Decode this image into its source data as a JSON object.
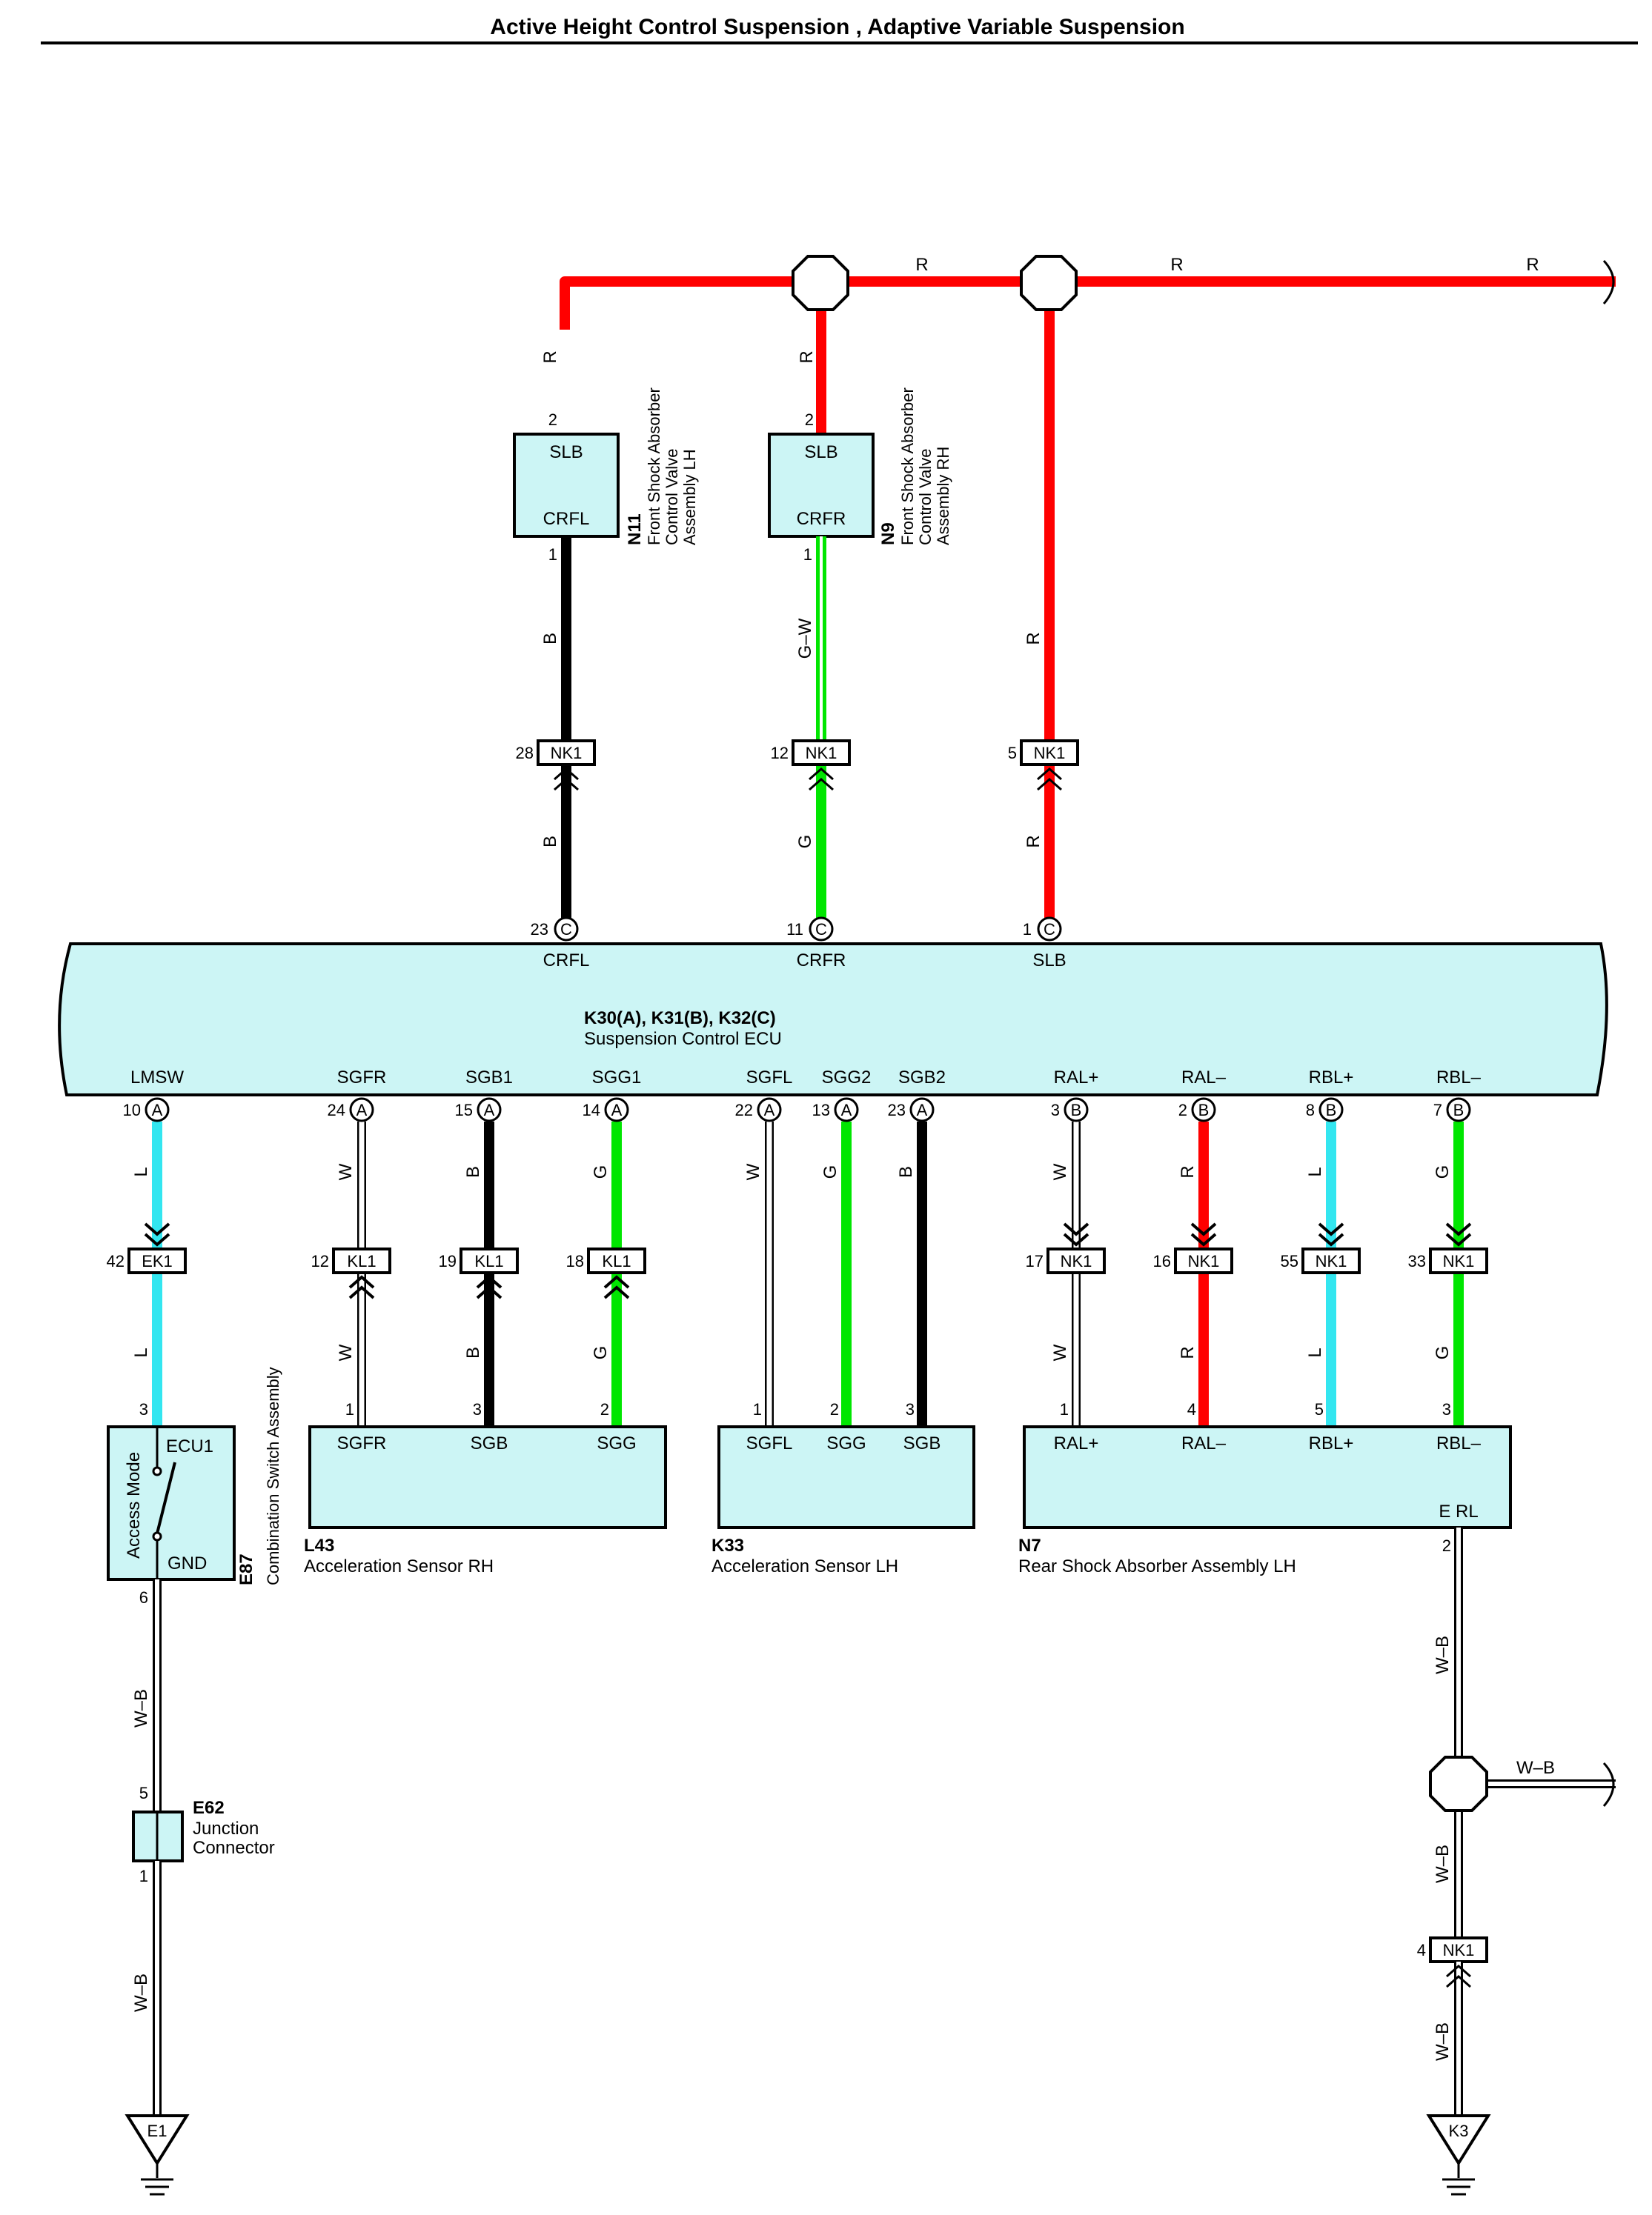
{
  "title": "Active Height Control Suspension , Adaptive Variable Suspension",
  "colors": {
    "R": "#ff0000",
    "B": "#000000",
    "G": "#00e600",
    "L": "#33e6f0",
    "W": "#ffffff",
    "box_fill": "#ccf5f5"
  },
  "ecu": {
    "code": "K30(A), K31(B), K32(C)",
    "name": "Suspension Control ECU",
    "top_pins": [
      {
        "pin": "23",
        "conn": "C",
        "label": "CRFL"
      },
      {
        "pin": "11",
        "conn": "C",
        "label": "CRFR"
      },
      {
        "pin": "1",
        "conn": "C",
        "label": "SLB"
      }
    ],
    "bottom_pins": [
      {
        "pin": "10",
        "conn": "A",
        "label": "LMSW"
      },
      {
        "pin": "24",
        "conn": "A",
        "label": "SGFR"
      },
      {
        "pin": "15",
        "conn": "A",
        "label": "SGB1"
      },
      {
        "pin": "14",
        "conn": "A",
        "label": "SGG1"
      },
      {
        "pin": "22",
        "conn": "A",
        "label": "SGFL"
      },
      {
        "pin": "13",
        "conn": "A",
        "label": "SGG2"
      },
      {
        "pin": "23",
        "conn": "A",
        "label": "SGB2"
      },
      {
        "pin": "3",
        "conn": "B",
        "label": "RAL+"
      },
      {
        "pin": "2",
        "conn": "B",
        "label": "RAL–"
      },
      {
        "pin": "8",
        "conn": "B",
        "label": "RBL+"
      },
      {
        "pin": "7",
        "conn": "B",
        "label": "RBL–"
      }
    ]
  },
  "valves": [
    {
      "code": "N11",
      "lines": [
        "Front Shock Absorber",
        "Control Valve",
        "Assembly LH"
      ],
      "top": "SLB",
      "bottom": "CRFL",
      "pin_top": "2",
      "pin_bottom": "1"
    },
    {
      "code": "N9",
      "lines": [
        "Front Shock Absorber",
        "Control Valve",
        "Assembly RH"
      ],
      "top": "SLB",
      "bottom": "CRFR",
      "pin_top": "2",
      "pin_bottom": "1"
    }
  ],
  "wire_labels": {
    "r": "R",
    "b": "B",
    "g": "G",
    "gw": "G–W",
    "l": "L",
    "w": "W",
    "wb": "W–B"
  },
  "nk1_top": [
    {
      "pin": "28",
      "name": "NK1"
    },
    {
      "pin": "12",
      "name": "NK1"
    },
    {
      "pin": "5",
      "name": "NK1"
    }
  ],
  "mid_connectors": [
    {
      "pin": "42",
      "name": "EK1"
    },
    {
      "pin": "12",
      "name": "KL1"
    },
    {
      "pin": "19",
      "name": "KL1"
    },
    {
      "pin": "18",
      "name": "KL1"
    },
    {
      "pin": "17",
      "name": "NK1"
    },
    {
      "pin": "16",
      "name": "NK1"
    },
    {
      "pin": "55",
      "name": "NK1"
    },
    {
      "pin": "33",
      "name": "NK1"
    }
  ],
  "switch": {
    "code": "E87",
    "name": "Combination Switch Assembly",
    "mode": "Access Mode",
    "ecu1": "ECU1",
    "gnd": "GND",
    "pin_top": "3",
    "pin_bottom": "6"
  },
  "sensor_rh": {
    "code": "L43",
    "name": "Acceleration Sensor RH",
    "terms": [
      {
        "pin": "1",
        "label": "SGFR"
      },
      {
        "pin": "3",
        "label": "SGB"
      },
      {
        "pin": "2",
        "label": "SGG"
      }
    ]
  },
  "sensor_lh": {
    "code": "K33",
    "name": "Acceleration Sensor LH",
    "terms": [
      {
        "pin": "1",
        "label": "SGFL"
      },
      {
        "pin": "2",
        "label": "SGG"
      },
      {
        "pin": "3",
        "label": "SGB"
      }
    ]
  },
  "rear_absorber": {
    "code": "N7",
    "name": "Rear Shock Absorber Assembly LH",
    "terms": [
      {
        "pin": "1",
        "label": "RAL+"
      },
      {
        "pin": "4",
        "label": "RAL–"
      },
      {
        "pin": "5",
        "label": "RBL+"
      },
      {
        "pin": "3",
        "label": "RBL–"
      }
    ],
    "ground_term": "E RL",
    "ground_pin": "2"
  },
  "junction": {
    "code": "E62",
    "lines": [
      "Junction",
      "Connector"
    ],
    "pin_top": "5",
    "pin_bottom": "1"
  },
  "nk1_bottom": {
    "pin": "4",
    "name": "NK1"
  },
  "grounds": [
    "E1",
    "K3"
  ]
}
